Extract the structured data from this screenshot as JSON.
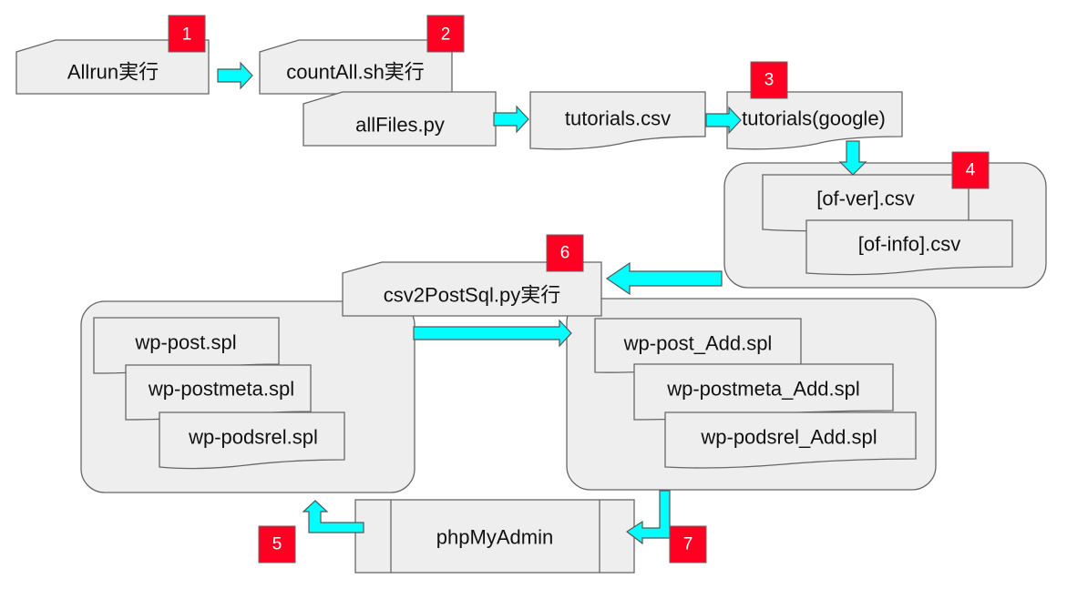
{
  "diagram": {
    "type": "process-flow",
    "colors": {
      "node_fill": "#eeeeee",
      "node_stroke": "#666666",
      "arrow_fill": "#00ffff",
      "badge_fill": "#ff0022",
      "badge_text": "#ffffff"
    },
    "nodes": {
      "allrun": {
        "label": "Allrun実行",
        "shape": "manual-input"
      },
      "countall": {
        "label": "countAll.sh実行",
        "shape": "manual-input"
      },
      "allfiles": {
        "label": "allFiles.py",
        "shape": "manual-input"
      },
      "tutorials_csv": {
        "label": "tutorials.csv",
        "shape": "document"
      },
      "tutorials_google": {
        "label": "tutorials(google)",
        "shape": "document"
      },
      "of_ver": {
        "label": "[of-ver].csv",
        "shape": "document"
      },
      "of_info": {
        "label": "[of-info].csv",
        "shape": "document"
      },
      "csv2postsql": {
        "label": "csv2PostSql.py実行",
        "shape": "manual-input"
      },
      "wp_post": {
        "label": "wp-post.spl",
        "shape": "document"
      },
      "wp_postmeta": {
        "label": "wp-postmeta.spl",
        "shape": "document"
      },
      "wp_podsrel": {
        "label": "wp-podsrel.spl",
        "shape": "document"
      },
      "wp_post_add": {
        "label": "wp-post_Add.spl",
        "shape": "document"
      },
      "wp_postmeta_add": {
        "label": "wp-postmeta_Add.spl",
        "shape": "document"
      },
      "wp_podsrel_add": {
        "label": "wp-podsrel_Add.spl",
        "shape": "document"
      },
      "phpmyadmin": {
        "label": "phpMyAdmin",
        "shape": "predefined-process"
      }
    },
    "badges": [
      "1",
      "2",
      "3",
      "4",
      "5",
      "6",
      "7"
    ],
    "edges": [
      {
        "from": "allrun",
        "to": "countall"
      },
      {
        "from": "allfiles",
        "to": "tutorials_csv"
      },
      {
        "from": "tutorials_csv",
        "to": "tutorials_google"
      },
      {
        "from": "tutorials_google",
        "to": "of_csv_group"
      },
      {
        "from": "of_csv_group",
        "to": "csv2postsql"
      },
      {
        "from": "wp_spl_group",
        "to": "wp_add_group"
      },
      {
        "from": "wp_add_group",
        "to": "phpmyadmin"
      },
      {
        "from": "phpmyadmin",
        "to": "wp_spl_group"
      }
    ]
  }
}
